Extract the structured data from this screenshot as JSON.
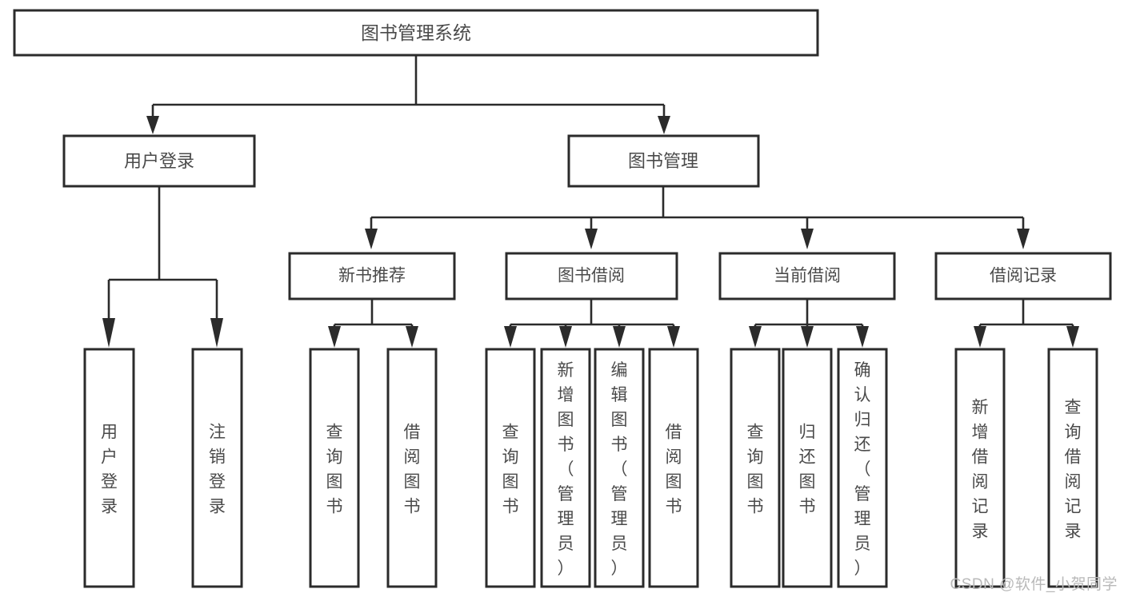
{
  "diagram": {
    "type": "tree-hierarchy",
    "title": "图书管理系统",
    "orientation": "top-down",
    "colors": {
      "box_stroke": "#2b2b2b",
      "box_fill": "#ffffff",
      "connector": "#2b2b2b",
      "label_text": "#4a4a4a",
      "watermark_text": "#b9b9b9",
      "background": "#ffffff"
    },
    "root": {
      "label": "图书管理系统"
    },
    "level1": [
      {
        "label": "用户登录"
      },
      {
        "label": "图书管理"
      }
    ],
    "level2": [
      {
        "label": "新书推荐"
      },
      {
        "label": "图书借阅"
      },
      {
        "label": "当前借阅"
      },
      {
        "label": "借阅记录"
      }
    ],
    "leaves": {
      "user_login": [
        {
          "label": "用户登录"
        },
        {
          "label": "注销登录"
        }
      ],
      "new_book_recommend": [
        {
          "label": "查询图书"
        },
        {
          "label": "借阅图书"
        }
      ],
      "book_borrow": [
        {
          "label": "查询图书"
        },
        {
          "label": "新增图书（管理员）"
        },
        {
          "label": "编辑图书（管理员）"
        },
        {
          "label": "借阅图书"
        }
      ],
      "current_borrow": [
        {
          "label": "查询图书"
        },
        {
          "label": "归还图书"
        },
        {
          "label": "确认归还（管理员）"
        }
      ],
      "borrow_records": [
        {
          "label": "新增借阅记录"
        },
        {
          "label": "查询借阅记录"
        }
      ]
    }
  },
  "watermark": {
    "text": "CSDN @软件_小贺同学"
  }
}
